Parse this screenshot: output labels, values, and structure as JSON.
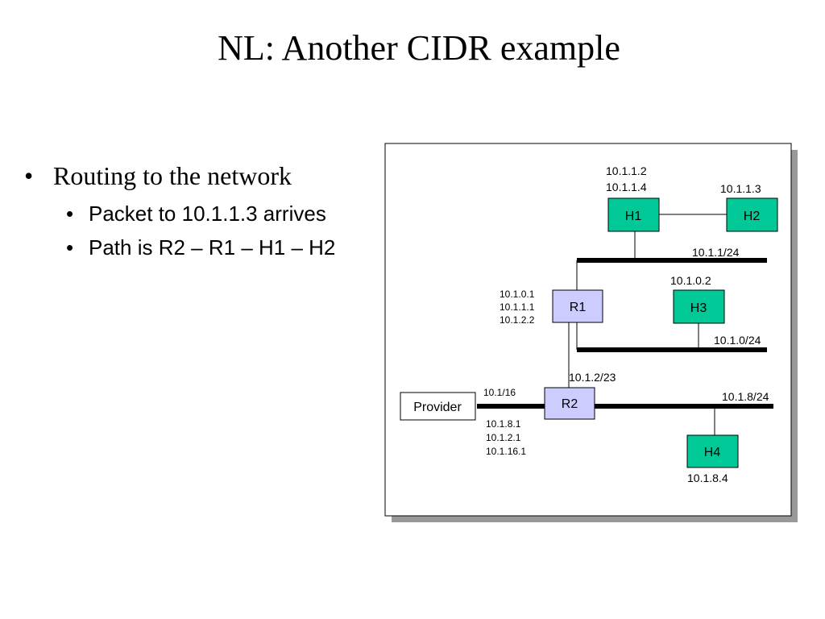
{
  "slide": {
    "title": "NL: Another CIDR example",
    "bullet_main": "Routing to the network",
    "sub_bullets": [
      "Packet to 10.1.1.3 arrives",
      "Path is R2 – R1 – H1 – H2"
    ]
  },
  "diagram": {
    "nodes": {
      "h1": "H1",
      "h2": "H2",
      "h3": "H3",
      "h4": "H4",
      "r1": "R1",
      "r2": "R2",
      "provider": "Provider"
    },
    "labels": {
      "h1_addr_a": "10.1.1.2",
      "h1_addr_b": "10.1.1.4",
      "h2_addr": "10.1.1.3",
      "net_1": "10.1.1/24",
      "h3_addr": "10.1.0.2",
      "r1_addr_a": "10.1.0.1",
      "r1_addr_b": "10.1.1.1",
      "r1_addr_c": "10.1.2.2",
      "net_0": "10.1.0/24",
      "net_2": "10.1.2/23",
      "provider_net": "10.1/16",
      "net_8": "10.1.8/24",
      "r2_addr_a": "10.1.8.1",
      "r2_addr_b": "10.1.2.1",
      "r2_addr_c": "10.1.16.1",
      "h4_addr": "10.1.8.4"
    },
    "colors": {
      "host_fill": "#00c896",
      "router_fill": "#ccccff",
      "shadow": "#999999"
    }
  }
}
